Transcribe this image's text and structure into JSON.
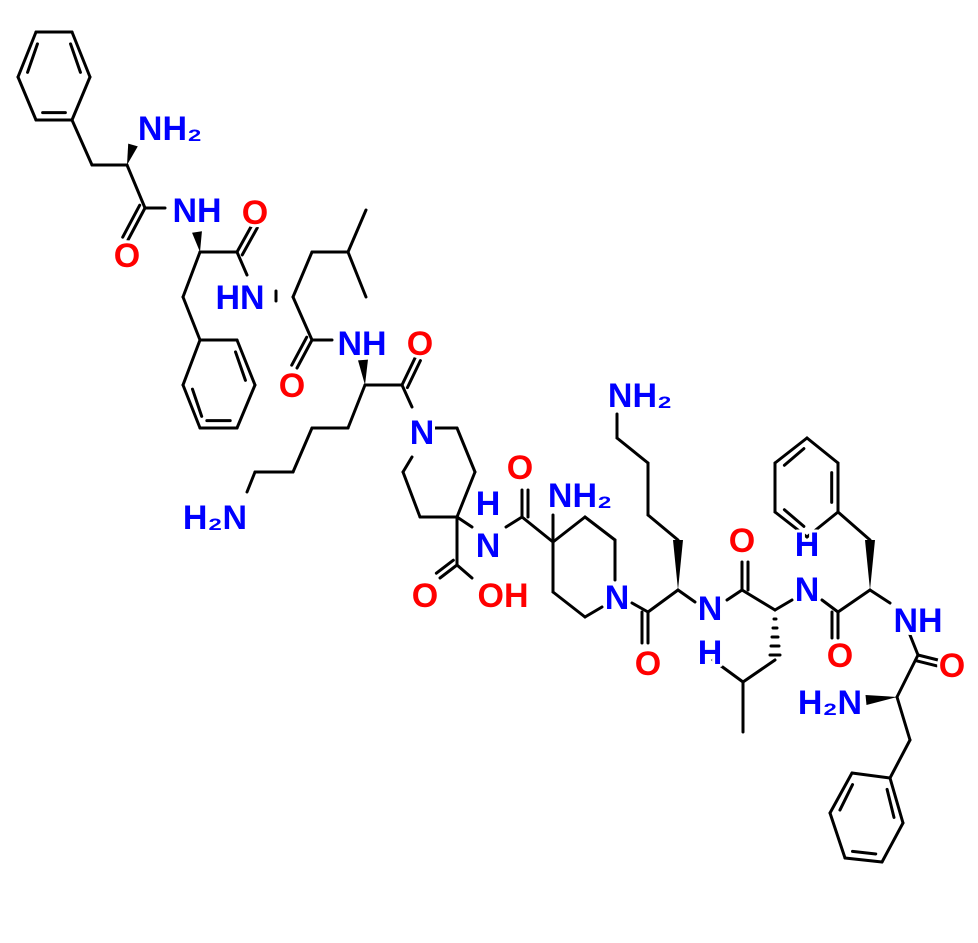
{
  "structure": {
    "atom_labels": [
      "NH₂",
      "NH",
      "O",
      "O",
      "HN",
      "NH",
      "O",
      "O",
      "N",
      "H₂N",
      "O",
      "NH₂",
      "N",
      "H",
      "O",
      "OH",
      "N",
      "NH₂",
      "O",
      "N",
      "H",
      "O",
      "N",
      "H",
      "O",
      "NH",
      "O",
      "H₂N"
    ]
  },
  "colors": {
    "bond": "#000000",
    "nitrogen": "#0000ff",
    "oxygen": "#ff0000",
    "background": "#ffffff"
  }
}
